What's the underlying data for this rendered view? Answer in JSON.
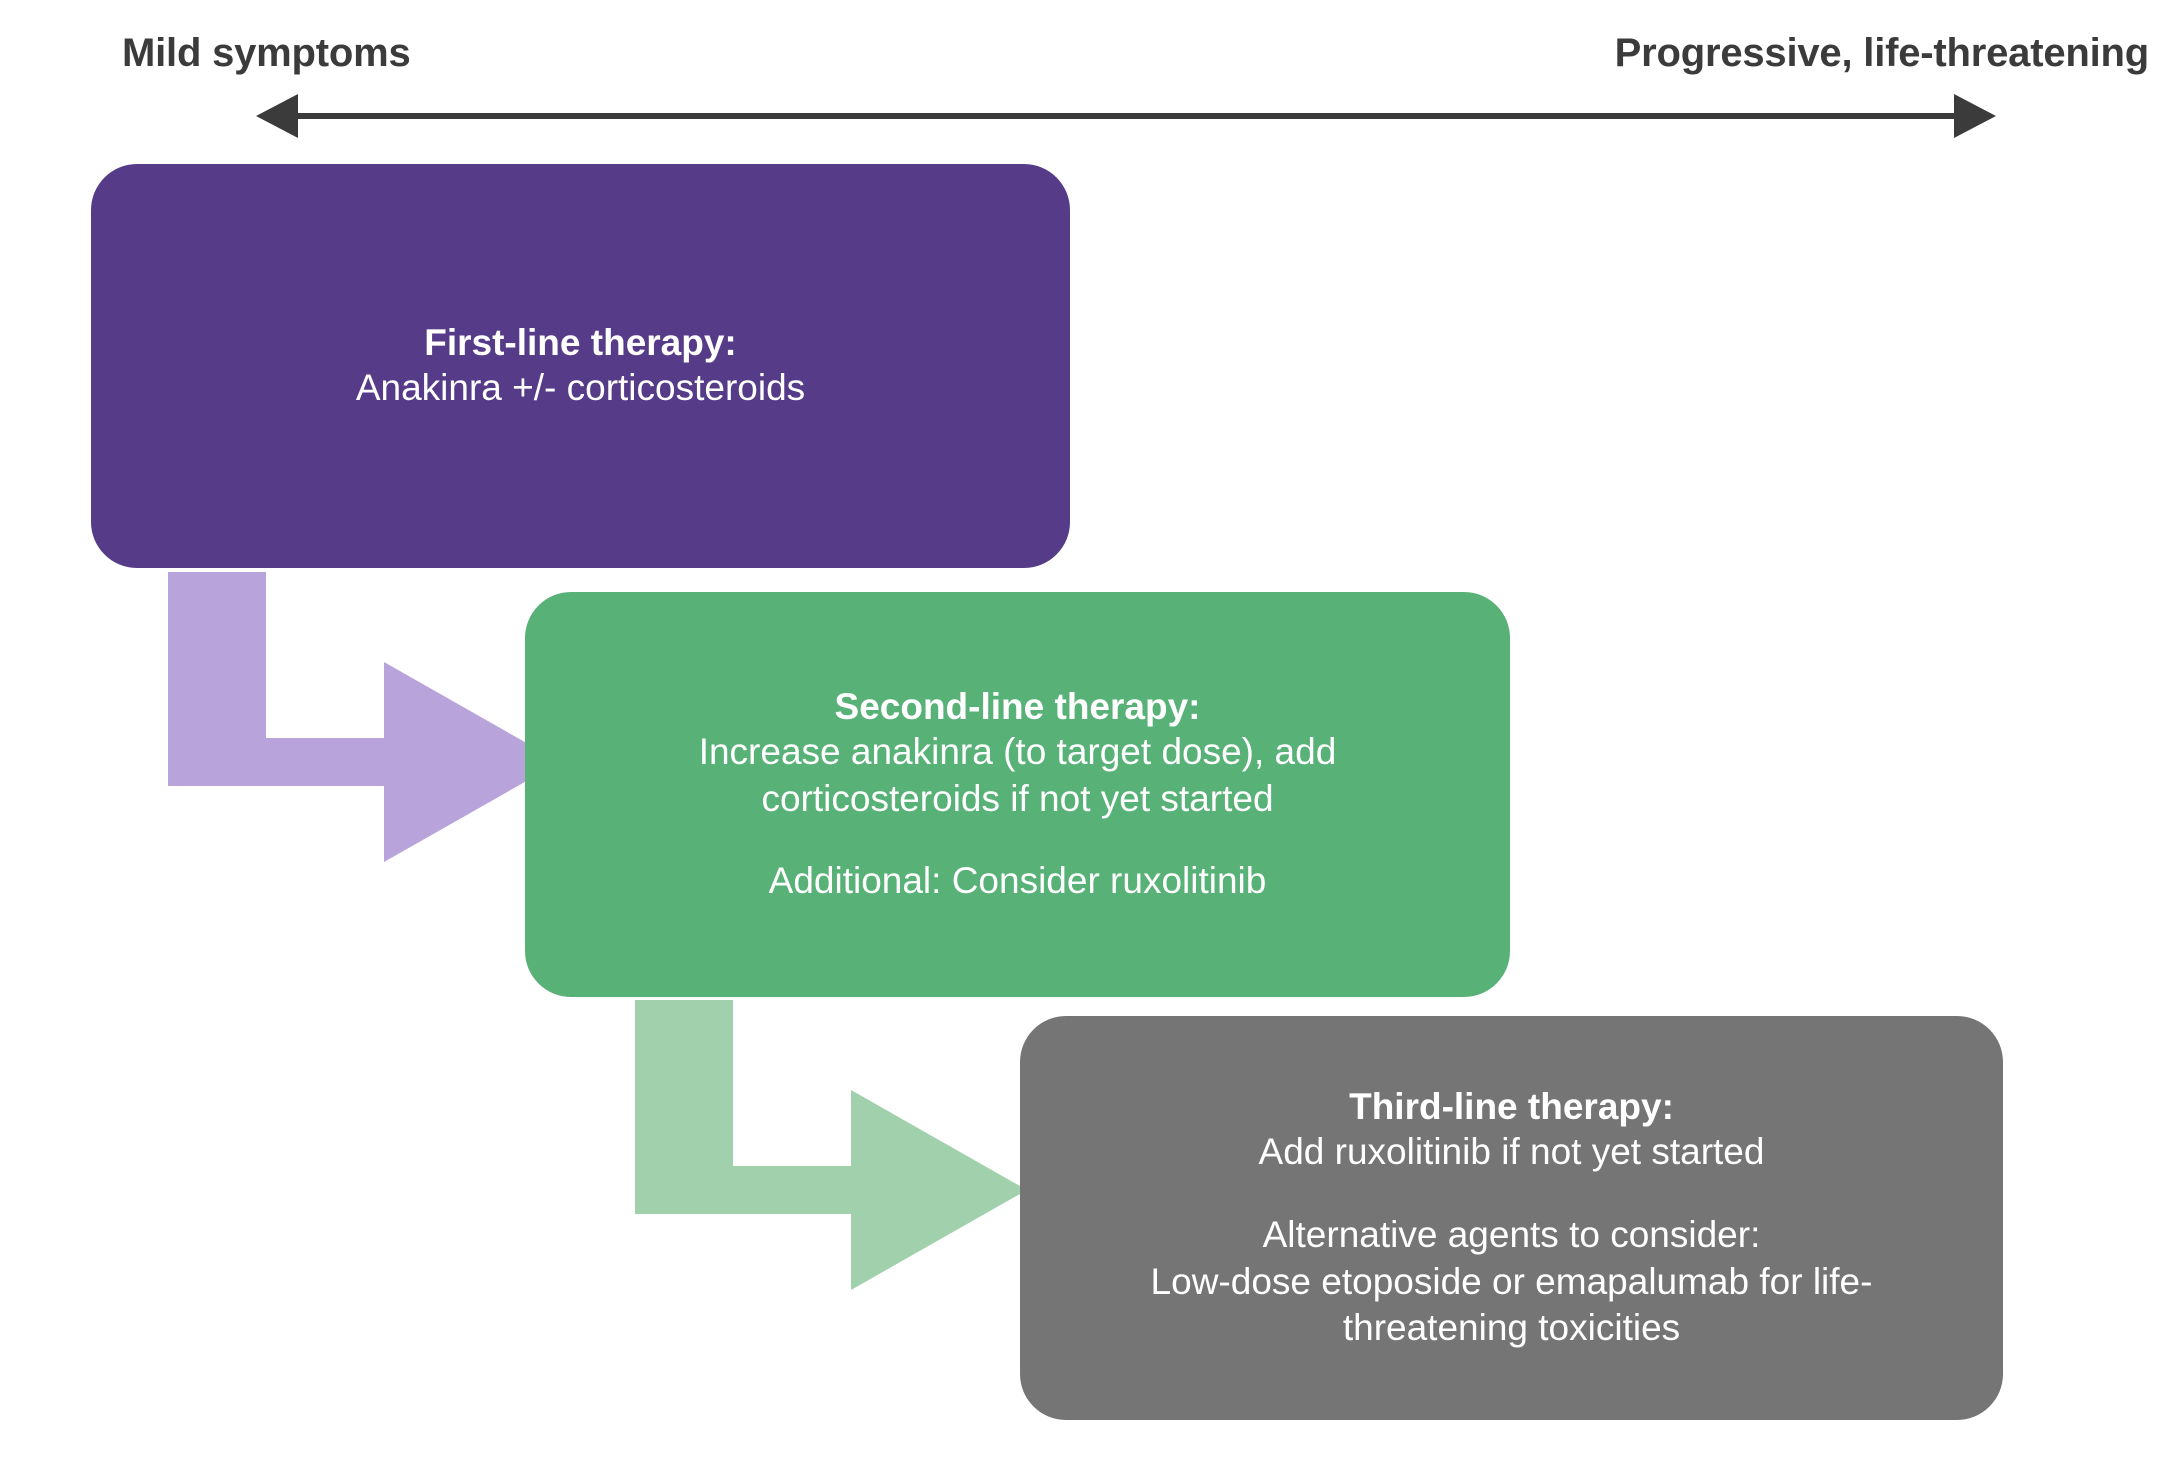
{
  "scale": {
    "left_label": "Mild symptoms",
    "right_label": "Progressive, life-threatening",
    "axis_icon": "double-headed-arrow-icon",
    "axis_color": "#3b3b3b"
  },
  "steps": [
    {
      "id": "first-line",
      "title": "First-line therapy:",
      "lines": [
        "Anakinra +/- corticosteroids"
      ],
      "additional": [],
      "color": "#563C88",
      "arrow_color": "#B8A3DA"
    },
    {
      "id": "second-line",
      "title": "Second-line therapy:",
      "lines": [
        "Increase anakinra (to target dose), add",
        "corticosteroids if not yet started"
      ],
      "additional": [
        "Additional: Consider ruxolitinib"
      ],
      "color": "#58B177",
      "arrow_color": "#A1D1AC"
    },
    {
      "id": "third-line",
      "title": "Third-line therapy:",
      "lines": [
        "Add ruxolitinib if not yet started"
      ],
      "additional": [
        "Alternative agents to consider:",
        "Low-dose etoposide or emapalumab for life-",
        "threatening toxicities"
      ],
      "color": "#757575",
      "arrow_color": "#757575"
    }
  ],
  "connectors": [
    {
      "id": "first-to-second",
      "icon": "elbow-arrow-down-right-icon",
      "color": "#B8A3DA"
    },
    {
      "id": "second-to-third",
      "icon": "elbow-arrow-down-right-icon",
      "color": "#A1D1AC"
    }
  ]
}
